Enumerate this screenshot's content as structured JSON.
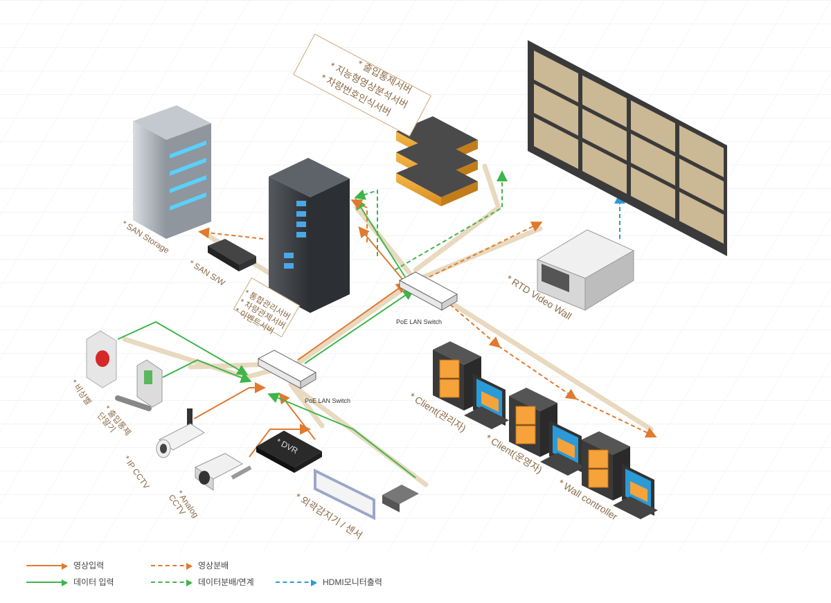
{
  "labels": {
    "san_storage": "* SAN Storage",
    "san_sw": "* SAN S/W",
    "server_rack_lines": [
      "* 통합관리서버",
      "* 차량관제서버",
      "* 이벤트서버"
    ],
    "server_stack_lines": [
      "* 출입통제서버",
      "* 지능형영상분석서버",
      "* 차량번호인식서버"
    ],
    "rtd_video_wall": "* RTD Video Wall",
    "poe_switch_top": "PoE LAN Switch",
    "poe_switch_bottom": "PoE LAN Switch",
    "emergency_bell": "* 비상벨",
    "access_terminal_lines": [
      "* 출입통제",
      "단말기"
    ],
    "ip_cctv": "* IP CCTV",
    "analog_cctv_lines": [
      "* Analog",
      "CCTV"
    ],
    "dvr": "* DVR",
    "perimeter_sensor": "* 외곽감지기 / 센서",
    "client_admin": "* Client(관리자)",
    "client_operator": "* Client(운영자)",
    "wall_controller": "* Wall controller"
  },
  "legend": [
    {
      "label": "영상입력",
      "color": "#e07a2e",
      "style": "solid"
    },
    {
      "label": "데이터 입력",
      "color": "#3db54a",
      "style": "solid"
    },
    {
      "label": "영상분배",
      "color": "#e07a2e",
      "style": "dashed"
    },
    {
      "label": "데이터분배/연계",
      "color": "#3db54a",
      "style": "dashed"
    },
    {
      "label": "HDMI모니터출력",
      "color": "#2b9ad8",
      "style": "dashed"
    }
  ],
  "colors": {
    "video": "#e07a2e",
    "data": "#3db54a",
    "hdmi": "#2b9ad8",
    "cable": "#e8d9bf",
    "wall_frame": "#3a3a3a",
    "wall_panel": "#cbb894",
    "label": "#8a6a45"
  },
  "icons": {
    "storage": "san-storage-icon",
    "rack": "server-rack-icon",
    "stack": "server-stack-icon",
    "videowall": "video-wall-icon",
    "controller": "rtd-controller-icon",
    "switch": "poe-switch-icon",
    "bell": "emergency-bell-icon",
    "lock": "door-lock-terminal-icon",
    "ipcam": "ip-camera-icon",
    "analogcam": "analog-camera-icon",
    "dvr": "dvr-icon",
    "sensor": "perimeter-sensor-icon",
    "client": "client-workstation-icon"
  }
}
